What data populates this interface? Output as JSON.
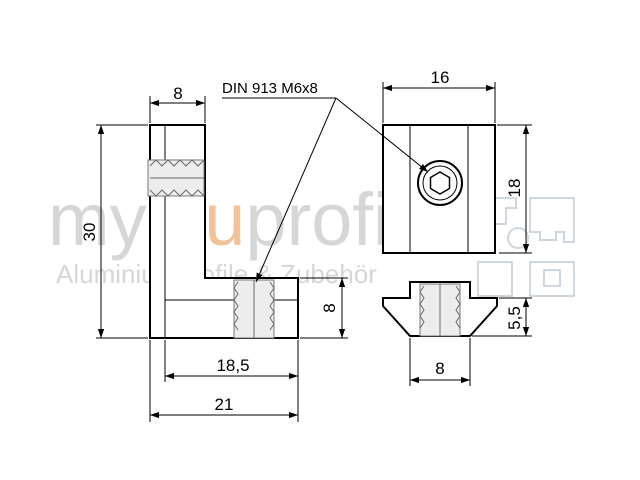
{
  "callout": {
    "label": "DIN 913 M6x8"
  },
  "watermark": {
    "brand_prefix": "my",
    "brand_accent": "alu",
    "brand_suffix": "profil",
    "tagline": "Aluminiumprofile & Zubehör",
    "accent_color": "#f0c39a",
    "gray_color": "#d6d6d6"
  },
  "dimensions": {
    "side_top_width": "8",
    "side_height": "30",
    "side_bottom_width": "18,5",
    "side_total_width": "21",
    "side_foot_height": "8",
    "front_width": "16",
    "front_height": "18",
    "front_foot_width": "8",
    "front_foot_height": "5,5"
  },
  "icons": {
    "hex_socket": "hex-socket-icon",
    "profile_logo": "aluminium-profile-logo-icon"
  }
}
